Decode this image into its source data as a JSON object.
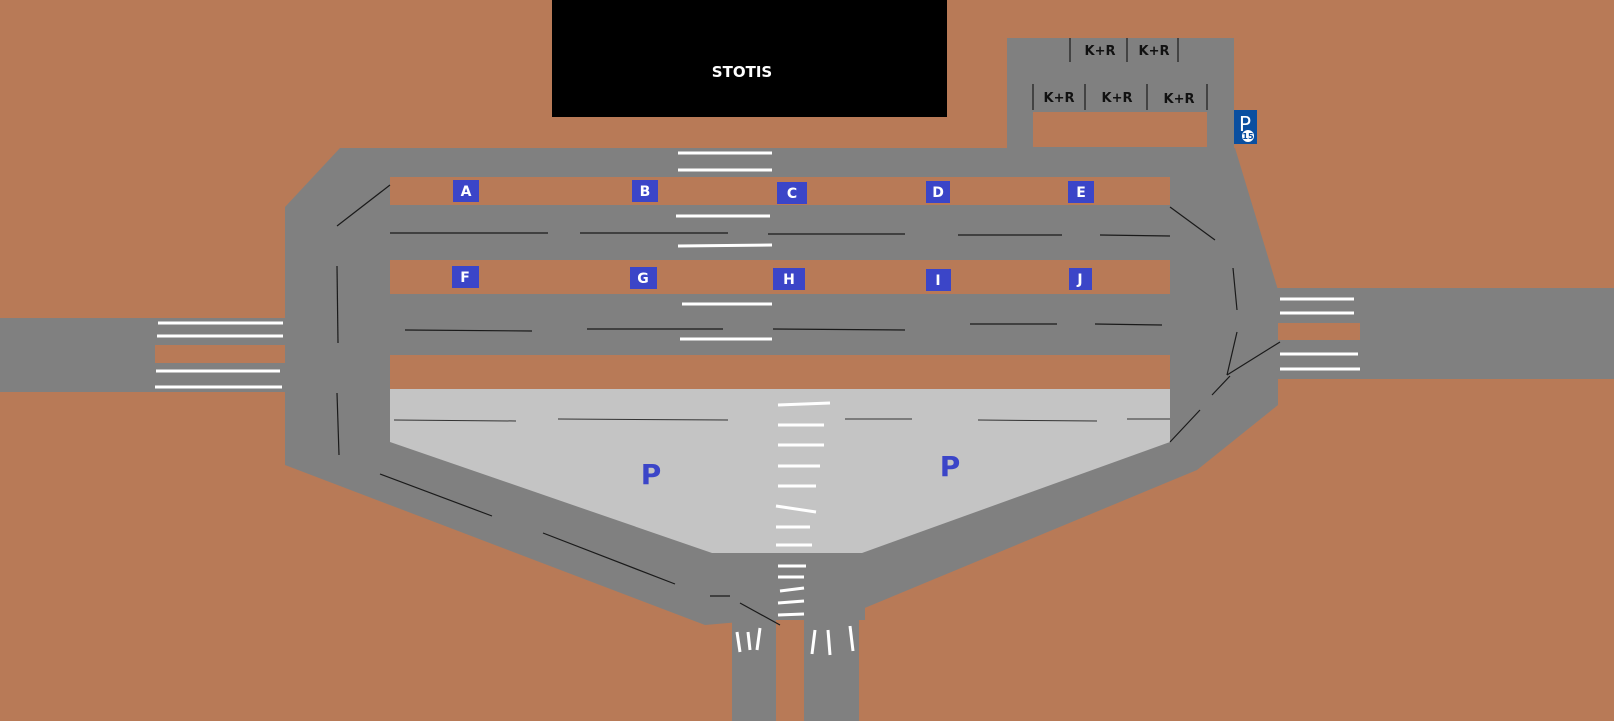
{
  "map": {
    "building": {
      "label": "STOTIS"
    },
    "kiss_and_ride": {
      "top_row": [
        "K+R",
        "K+R"
      ],
      "bottom_row": [
        "K+R",
        "K+R",
        "K+R"
      ]
    },
    "parking_sign": {
      "symbol": "P",
      "number": "15"
    },
    "bus_bays_top": [
      "A",
      "B",
      "C",
      "D",
      "E"
    ],
    "bus_bays_bottom": [
      "F",
      "G",
      "H",
      "I",
      "J"
    ],
    "parking_area_labels": [
      "P",
      "P"
    ],
    "colors": {
      "ground": "#b87a57",
      "road": "#808080",
      "parking_lot": "#c4c4c4",
      "building": "#000000",
      "bay_marker": "#3b45c8",
      "sign": "#0a4fa0",
      "marking": "#ffffff"
    }
  }
}
